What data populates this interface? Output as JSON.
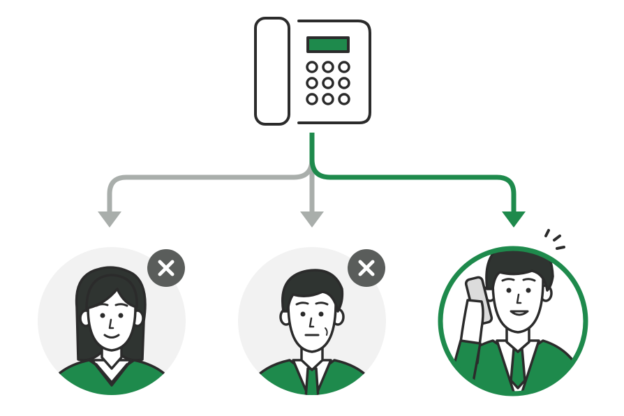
{
  "diagram": {
    "source": {
      "icon": "desk-phone-icon"
    },
    "targets": [
      {
        "icon": "woman-avatar-icon",
        "status": "unavailable",
        "status_icon": "close-icon"
      },
      {
        "icon": "man-avatar-icon",
        "status": "unavailable",
        "status_icon": "close-icon"
      },
      {
        "icon": "man-on-phone-avatar-icon",
        "status": "connected"
      }
    ]
  },
  "colors": {
    "accent": "#1e8a4c",
    "muted_arrow": "#a9aeab",
    "outline": "#2b2b2b",
    "hair": "#2f3431",
    "circle_bg": "#f2f2f2",
    "badge": "#5a5d5b",
    "skin": "#ffffff"
  }
}
